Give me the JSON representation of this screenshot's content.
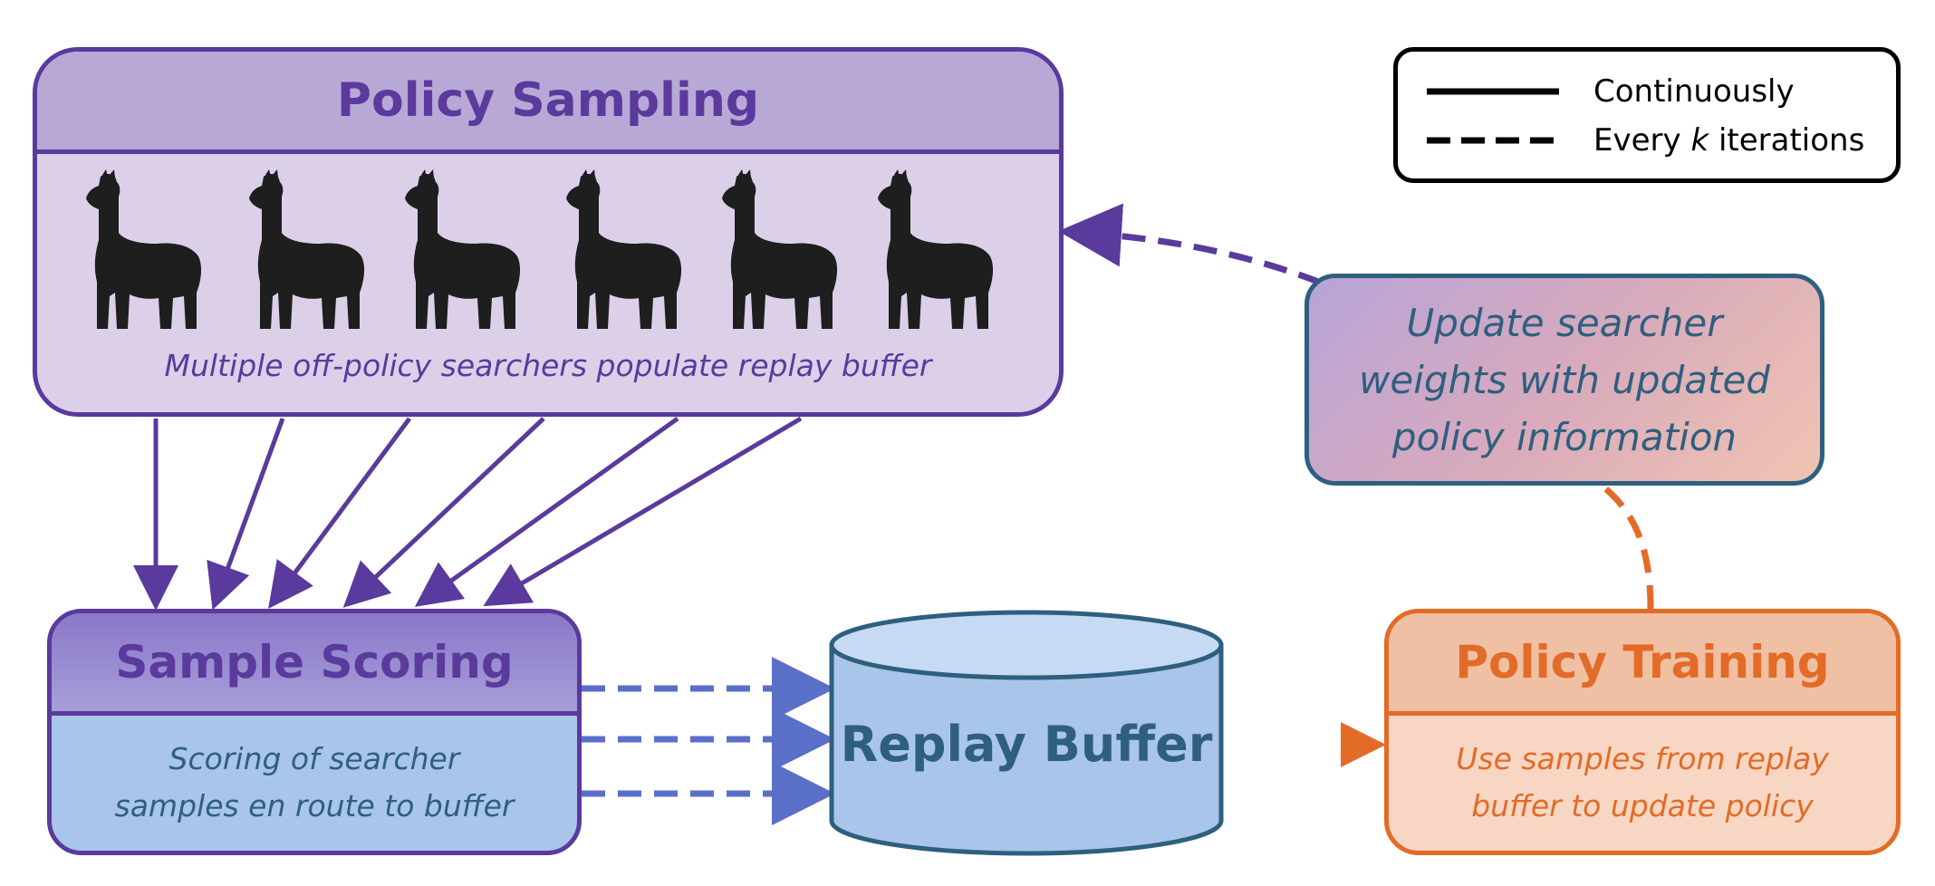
{
  "legend": {
    "solid_label": "Continuously",
    "dashed_prefix": "Every ",
    "dashed_k": "k",
    "dashed_suffix": " iterations"
  },
  "policy_sampling": {
    "title": "Policy Sampling",
    "caption": "Multiple off-policy searchers populate replay buffer",
    "searcher_icon": "llama-icon",
    "searcher_count": 6
  },
  "sample_scoring": {
    "title": "Sample Scoring",
    "caption_lines": [
      "Scoring of searcher",
      "samples en route to buffer"
    ]
  },
  "replay_buffer": {
    "label": "Replay Buffer"
  },
  "policy_training": {
    "title": "Policy Training",
    "caption_lines": [
      "Use samples from replay",
      "buffer to update policy"
    ]
  },
  "update_searcher": {
    "caption_lines": [
      "Update searcher",
      "weights with updated",
      "policy information"
    ]
  },
  "colors": {
    "purple": "#5a3a9c",
    "blue_dash": "#5a6fc8",
    "teal": "#2f5f7f",
    "orange": "#e36b28"
  }
}
